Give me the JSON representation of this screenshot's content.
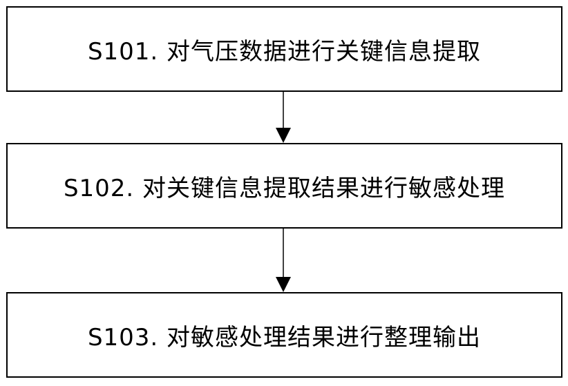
{
  "flowchart": {
    "steps": [
      {
        "id": "S101",
        "label": "S101. 对气压数据进行关键信息提取"
      },
      {
        "id": "S102",
        "label": "S102. 对关键信息提取结果进行敏感处理"
      },
      {
        "id": "S103",
        "label": "S103. 对敏感处理结果进行整理输出"
      }
    ],
    "colors": {
      "stroke": "#000000",
      "background": "#ffffff",
      "text": "#000000"
    }
  }
}
